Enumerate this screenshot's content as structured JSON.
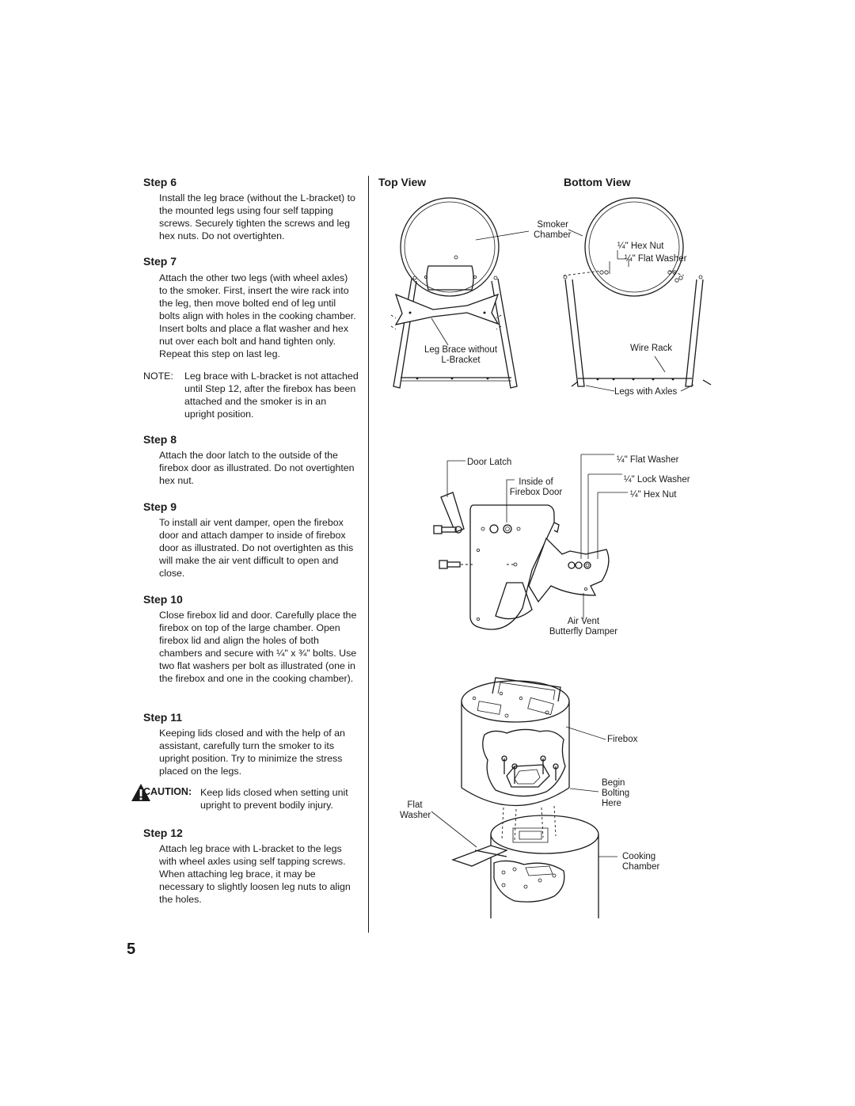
{
  "steps": [
    {
      "heading": "Step 6",
      "text": "Install the leg brace (without the L-bracket) to the mounted legs using four self tapping screws. Securely tighten the screws and leg hex nuts. Do not overtighten."
    },
    {
      "heading": "Step 7",
      "text": "Attach the other two legs (with wheel axles) to the smoker. First, insert the wire rack into the leg, then move bolted end of leg until bolts align with holes in the cooking chamber. Insert bolts and place a flat washer and hex nut over each bolt and hand tighten only. Repeat this step on last leg."
    },
    {
      "heading": "Step 8",
      "text": "Attach the door latch to the outside of the firebox door as illustrated. Do not overtighten hex nut."
    },
    {
      "heading": "Step 9",
      "text": "To install air vent damper, open the firebox door and attach damper to inside of firebox door as illustrated. Do not overtighten as this will make the air vent difficult to open and close."
    },
    {
      "heading": "Step 10",
      "text": "Close firebox lid and door. Carefully place the firebox on top of the large chamber. Open firebox lid and align the holes of both chambers and secure with ¼\" x ¾\" bolts. Use two flat washers per bolt as illustrated (one in the firebox and one in the cooking chamber)."
    },
    {
      "heading": "Step 11",
      "text": "Keeping lids closed and with the help of an assistant, carefully turn the smoker to its upright position. Try to minimize the stress placed on the legs."
    },
    {
      "heading": "Step 12",
      "text": "Attach leg brace with L-bracket to the legs with wheel axles using self tapping screws. When attaching leg brace, it may be necessary to slightly loosen leg nuts to align the holes."
    }
  ],
  "note": {
    "label": "NOTE:",
    "text": "Leg brace with L-bracket is not attached until Step 12, after the firebox has been attached and the smoker is in an upright position."
  },
  "caution": {
    "label": "CAUTION:",
    "text": "Keep lids closed when setting unit upright to prevent bodily injury."
  },
  "diagram1": {
    "top_view_title": "Top View",
    "bottom_view_title": "Bottom View",
    "labels": {
      "smoker_chamber": "Smoker\nChamber",
      "hex_nut": "¼\" Hex Nut",
      "flat_washer": "¼\" Flat Washer",
      "leg_brace": "Leg Brace without\nL-Bracket",
      "wire_rack": "Wire Rack",
      "legs_with_axles": "Legs with Axles"
    }
  },
  "diagram2": {
    "labels": {
      "door_latch": "Door Latch",
      "inside_firebox_door": "Inside of\nFirebox Door",
      "flat_washer": "¼\" Flat Washer",
      "lock_washer": "¼\" Lock Washer",
      "hex_nut": "¼\" Hex Nut",
      "air_vent": "Air Vent\nButterfly Damper"
    }
  },
  "diagram3": {
    "labels": {
      "firebox": "Firebox",
      "begin_bolting": "Begin\nBolting\nHere",
      "flat_washer": "Flat\nWasher",
      "cooking_chamber": "Cooking\nChamber"
    }
  },
  "page_number": "5"
}
